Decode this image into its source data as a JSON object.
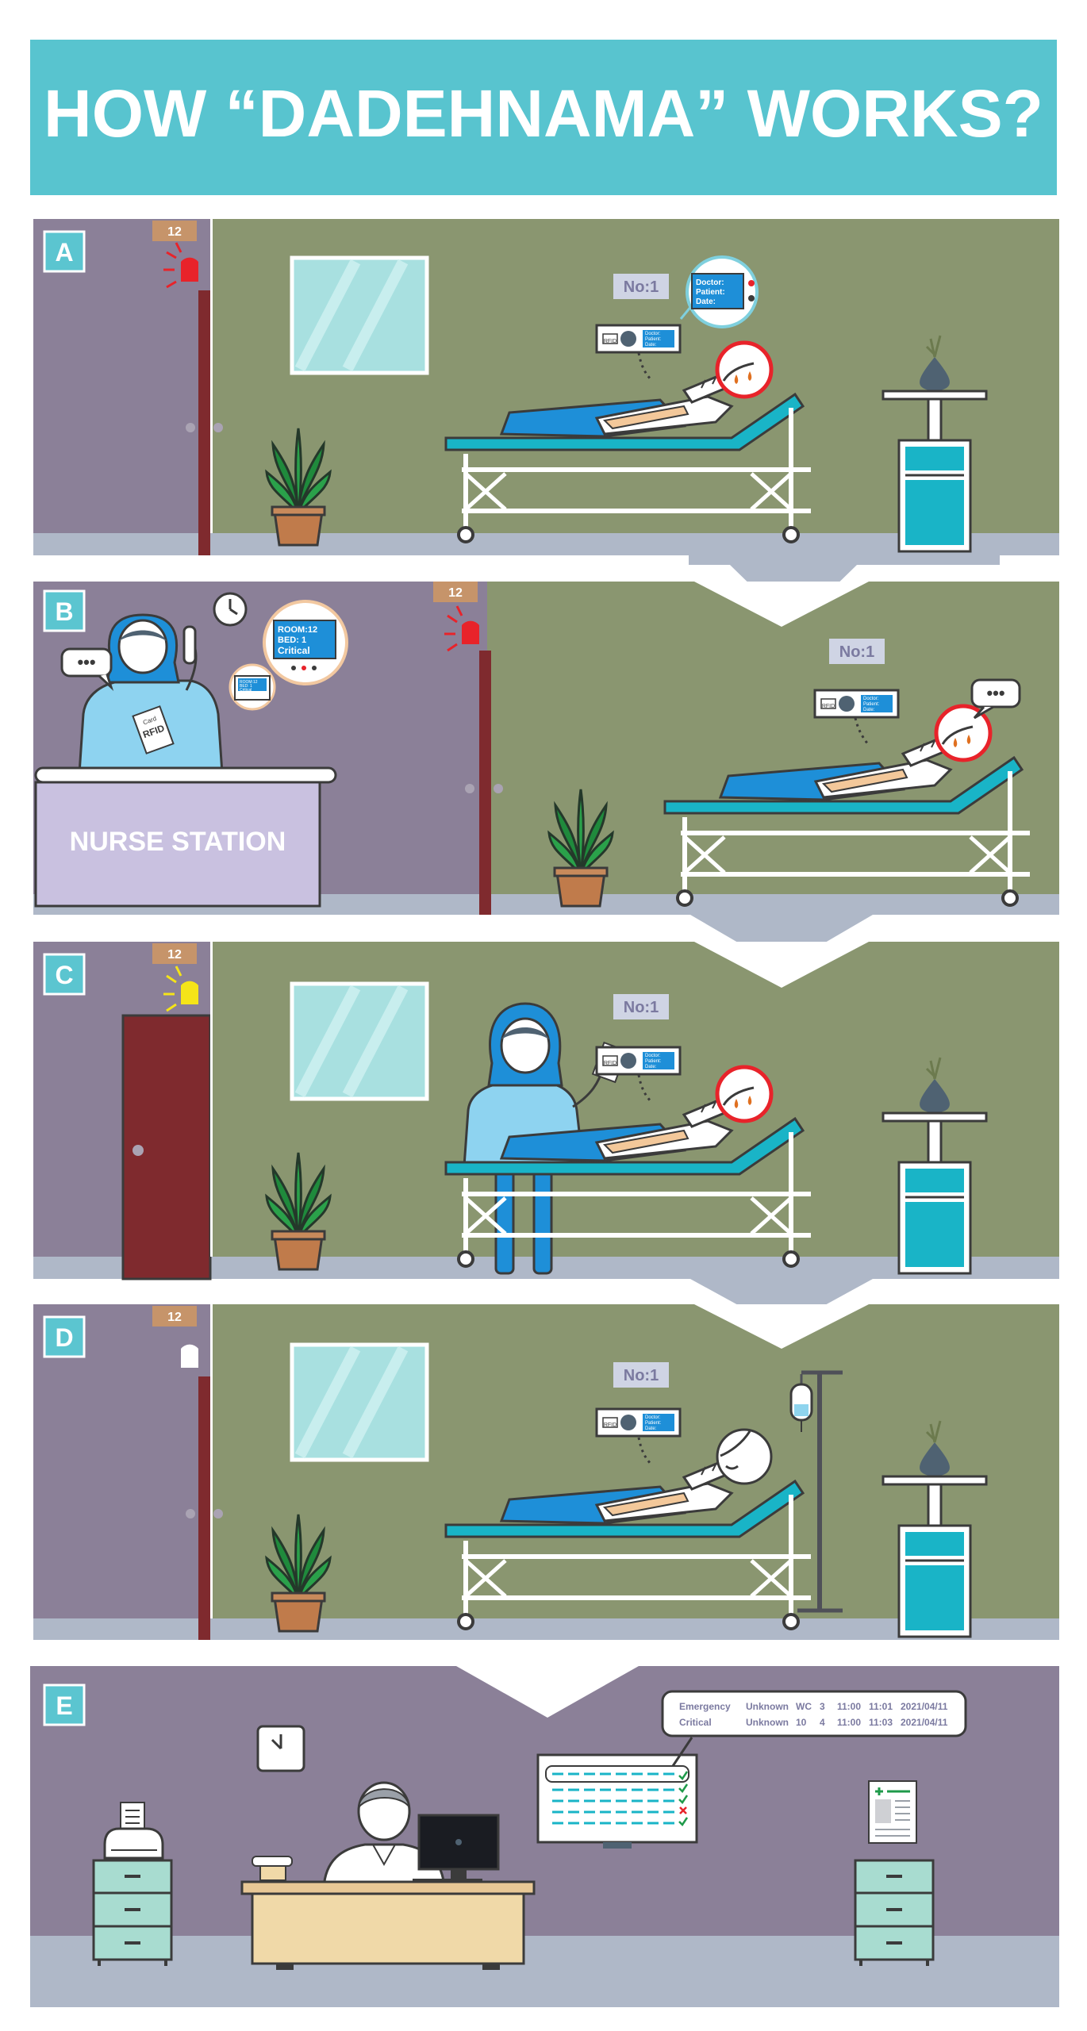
{
  "title": "HOW “DADEHNAMA” WORKS?",
  "panels": {
    "a": {
      "letter": "A",
      "room": "12",
      "device": "No:1",
      "device_label": "RFID",
      "bubble_lines": [
        "Doctor:",
        "Patient:",
        "Date:"
      ],
      "small_lines": [
        "Doctor:",
        "Patient:",
        "Date:"
      ]
    },
    "b": {
      "letter": "B",
      "room": "12",
      "device": "No:1",
      "device_label": "RFID",
      "nurse_station": "NURSE STATION",
      "badge": "RFID",
      "badge_small": "Card",
      "bubble_lines": [
        "ROOM:12",
        "BED: 1",
        "Critical"
      ],
      "phone_lines": [
        "ROOM:12",
        "BED: 1",
        "Critical"
      ],
      "small_lines": [
        "Doctor:",
        "Patient:",
        "Date:"
      ]
    },
    "c": {
      "letter": "C",
      "room": "12",
      "device": "No:1",
      "device_label": "RFID",
      "small_lines": [
        "Doctor:",
        "Patient:",
        "Date:"
      ]
    },
    "d": {
      "letter": "D",
      "room": "12",
      "device": "No:1",
      "device_label": "RFID",
      "small_lines": [
        "Doctor:",
        "Patient:",
        "Date:"
      ]
    },
    "e": {
      "letter": "E",
      "log_rows": [
        [
          "Emergency",
          "Unknown",
          "WC",
          "3",
          "11:00",
          "11:01",
          "2021/04/11"
        ],
        [
          "Critical",
          "Unknown",
          "10",
          "4",
          "11:00",
          "11:03",
          "2021/04/11"
        ]
      ]
    }
  },
  "colors": {
    "header": "#58c4cf",
    "wall": "#8a9670",
    "corridor": "#8b8098",
    "floor": "#afb8c8",
    "teal": "#19b4c7",
    "blue": "#1e8fd8",
    "door": "#7f2a2e",
    "alarm_red": "#e8232a",
    "alarm_yellow": "#f5e418",
    "letter_box": "#5bc5d0",
    "room_tag": "#c6946a"
  }
}
